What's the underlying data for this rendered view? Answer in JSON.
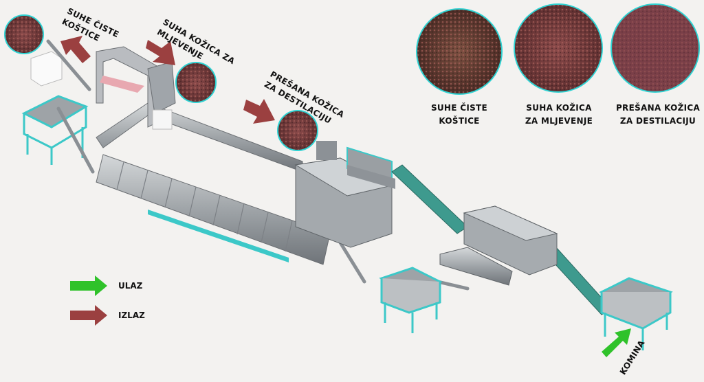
{
  "products": [
    {
      "line1": "SUHE ČISTE",
      "line2": "KOŠTICE"
    },
    {
      "line1": "SUHA KOŽICA",
      "line2": "ZA MLJEVENJE"
    },
    {
      "line1": "PREŠANA KOŽICA",
      "line2": "ZA DESTILACIJU"
    }
  ],
  "callouts": [
    {
      "line1": "SUHE ČISTE",
      "line2": "KOŠTICE"
    },
    {
      "line1": "SUHA KOŽICA ZA",
      "line2": "MLJEVENJE"
    },
    {
      "line1": "PREŠANA KOŽICA",
      "line2": "ZA DESTILACIJU"
    }
  ],
  "legend": {
    "input": "ULAZ",
    "output": "IZLAZ"
  },
  "input_label": "KOMINA",
  "colors": {
    "input_arrow": "#2fc22a",
    "output_arrow": "#9b4040",
    "frame": "#3cc8c8",
    "steel": "#a9adb1",
    "sample_ring": "#2ed3d3"
  }
}
